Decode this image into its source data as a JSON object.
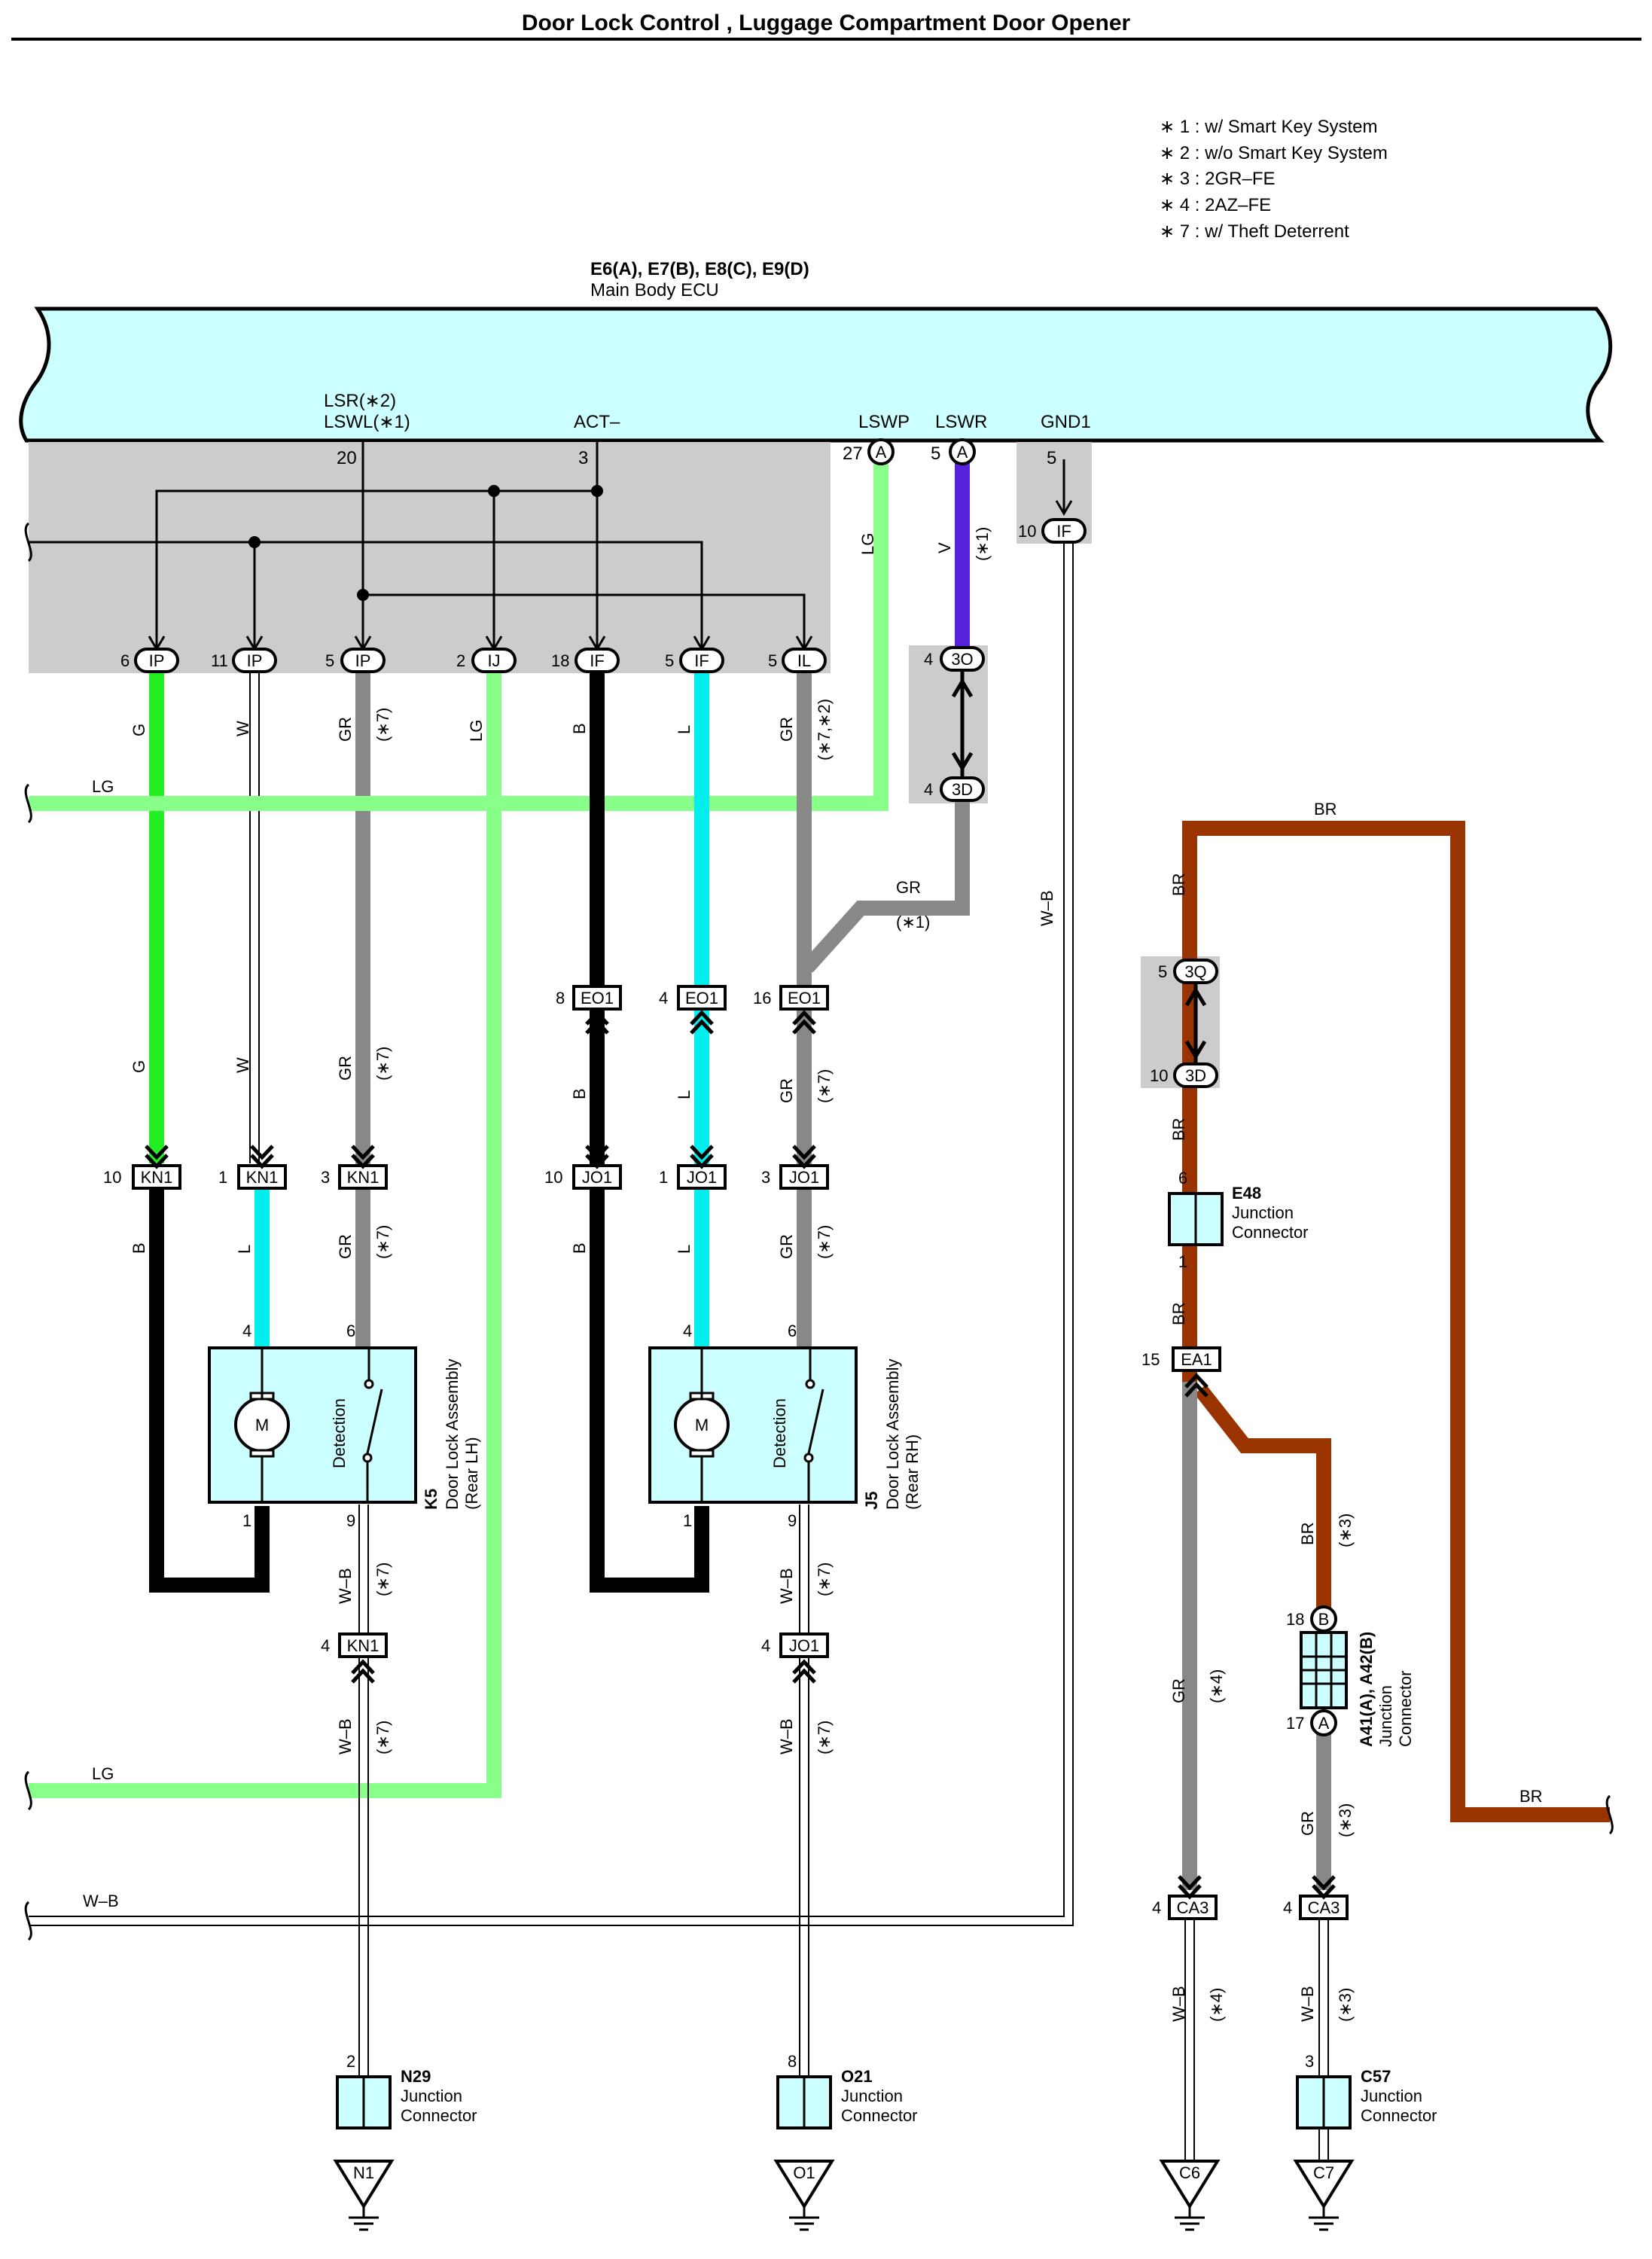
{
  "title": "Door Lock Control , Luggage Compartment Door Opener",
  "notes": [
    "∗ 1 : w/ Smart Key System",
    "∗ 2 : w/o Smart Key System",
    "∗ 3 : 2GR–FE",
    "∗ 4 : 2AZ–FE",
    "∗ 7 : w/ Theft Deterrent"
  ],
  "ecu": {
    "ref": "E6(A), E7(B), E8(C), E9(D)",
    "name": "Main Body ECU"
  },
  "pins": {
    "lsr": "LSR(∗2)",
    "lswl": "LSWL(∗1)",
    "lswl_no": "20",
    "act": "ACT–",
    "act_no": "3",
    "lswp": "LSWP",
    "lswp_no": "27",
    "lswr": "LSWR",
    "lswr_no": "5",
    "gnd1": "GND1",
    "gnd1_no": "5"
  },
  "conn": {
    "a": "A",
    "b": "B",
    "ip": "IP",
    "ij": "IJ",
    "if": "IF",
    "il": "IL",
    "c3o": "3O",
    "c3d": "3D",
    "c3q": "3Q",
    "eo1": "EO1",
    "kn1": "KN1",
    "jo1": "JO1",
    "ea1": "EA1",
    "ca3": "CA3",
    "n1": "N1",
    "o1": "O1",
    "c6": "C6",
    "c7": "C7"
  },
  "pinnum": {
    "p6": "6",
    "p11": "11",
    "p5": "5",
    "p2": "2",
    "p18": "18",
    "p10": "10",
    "p4": "4",
    "p8": "8",
    "p16": "16",
    "p1": "1",
    "p3": "3",
    "p9": "9",
    "p15": "15",
    "p17": "17"
  },
  "wire": {
    "g": "G",
    "w": "W",
    "gr": "GR",
    "lg": "LG",
    "b": "B",
    "l": "L",
    "v": "V",
    "br": "BR",
    "wb": "W–B"
  },
  "tag": {
    "t7": "(∗7)",
    "t72": "(∗7,∗2)",
    "t1": "(∗1)",
    "t3": "(∗3)",
    "t4": "(∗4)"
  },
  "motor": "M",
  "detection": "Detection",
  "k5": {
    "ref": "K5",
    "line1": "Door Lock Assembly",
    "line2": "(Rear LH)"
  },
  "j5": {
    "ref": "J5",
    "line1": "Door Lock Assembly",
    "line2": "(Rear RH)"
  },
  "jc_label1": "Junction",
  "jc_label2": "Connector",
  "e48": "E48",
  "a41": "A41(A), A42(B)",
  "n29": "N29",
  "o21": "O21",
  "c57": "C57",
  "colors": {
    "ecu_fill": "#ccffff",
    "shade": "#cccccc",
    "green": "#22ee22",
    "lightgreen": "#88ff88",
    "gray": "#888888",
    "cyan": "#00eeee",
    "violet": "#5522dd",
    "brown": "#993300",
    "black": "#000000"
  }
}
